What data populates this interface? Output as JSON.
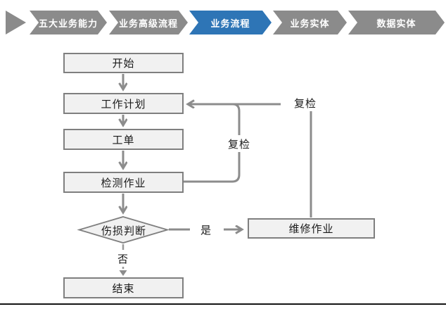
{
  "nav": {
    "tabs": [
      {
        "label": "五大业务能力",
        "active": false
      },
      {
        "label": "业务高级流程",
        "active": false
      },
      {
        "label": "业务流程",
        "active": true
      },
      {
        "label": "业务实体",
        "active": false
      },
      {
        "label": "数据实体",
        "active": false
      }
    ],
    "active_color": "#2e75b6",
    "inactive_color": "#8b8b8b"
  },
  "flowchart": {
    "nodes": {
      "start": "开始",
      "plan": "工作计划",
      "order": "工单",
      "inspect": "检测作业",
      "decision": "伤损判断",
      "repair": "维修作业",
      "end": "结束"
    },
    "edge_labels": {
      "recheck_inner": "复检",
      "recheck_outer": "复检",
      "yes": "是",
      "no": "否"
    },
    "colors": {
      "node_fill": "#f1f1f1",
      "node_border": "#7f7f7f",
      "connector": "#8c8c8c",
      "text": "#1a1a1a"
    }
  }
}
